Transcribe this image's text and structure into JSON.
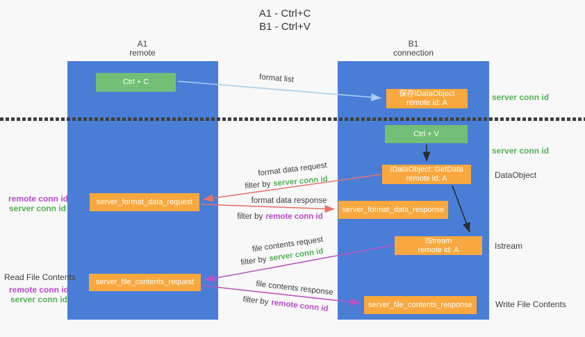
{
  "title": {
    "line1": "A1 - Ctrl+C",
    "line2": "B1 - Ctrl+V"
  },
  "columns": {
    "left": {
      "name": "A1",
      "subtitle": "remote"
    },
    "right": {
      "name": "B1",
      "subtitle": "connection"
    }
  },
  "nodes": {
    "ctrl_c": {
      "label": "Ctrl + C"
    },
    "save_idataobject": {
      "line1": "保存IDataObject",
      "line2": "remote id: A"
    },
    "ctrl_v": {
      "label": "Ctrl + V"
    },
    "idataobject_getdata": {
      "line1": "IDataObject::GetData",
      "line2": "remote id: A"
    },
    "server_format_data_request": {
      "label": "server_format_data_request"
    },
    "server_format_data_response": {
      "label": "server_format_data_response"
    },
    "istream": {
      "line1": "IStream",
      "line2": "remote id: A"
    },
    "server_file_contents_request": {
      "label": "server_file_contents_request"
    },
    "server_file_contents_response": {
      "label": "server_file_contents_response"
    }
  },
  "flow_labels": {
    "format_list": "format list",
    "format_data_request": "format data request",
    "format_data_response": "format data response",
    "file_contents_request": "file contents request",
    "file_contents_response": "file contents response",
    "filter_by": "filter by",
    "server_conn_id": "server conn id",
    "remote_conn_id": "remote conn id"
  },
  "side_labels": {
    "server_conn_id_top": "server conn id",
    "server_conn_id_mid": "server conn id",
    "dataobject": "DataObject",
    "istream": "Istream",
    "write_file_contents": "Write File Contents",
    "read_file_contents": "Read File Contents",
    "remote_conn_id": "remote conn id",
    "server_conn_id": "server conn id"
  },
  "colors": {
    "lifeline_blue": "#4a7ed6",
    "node_green": "#73bf75",
    "node_orange": "#f8a83e",
    "arrow_red": "#e5736a",
    "arrow_magenta": "#bd54c6",
    "arrow_lightblue": "#a9cfec",
    "arrow_black": "#2b2b2b",
    "text_green": "#53b156",
    "text_purple": "#b44bc8"
  }
}
